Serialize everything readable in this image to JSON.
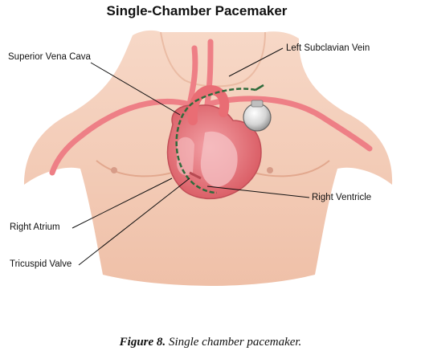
{
  "title": "Single-Chamber Pacemaker",
  "labels": {
    "superior_vena_cava": "Superior Vena Cava",
    "left_subclavian_vein": "Left Subclavian Vein",
    "right_ventricle": "Right Ventricle",
    "right_atrium": "Right Atrium",
    "tricuspid_valve": "Tricuspid Valve"
  },
  "caption": {
    "prefix": "Figure 8.",
    "text": "Single chamber pacemaker."
  },
  "colors": {
    "skin": "#f3cbb6",
    "vessel": "#ee7f86",
    "heart": "#e96d74",
    "lead": "#2f6b3b"
  }
}
